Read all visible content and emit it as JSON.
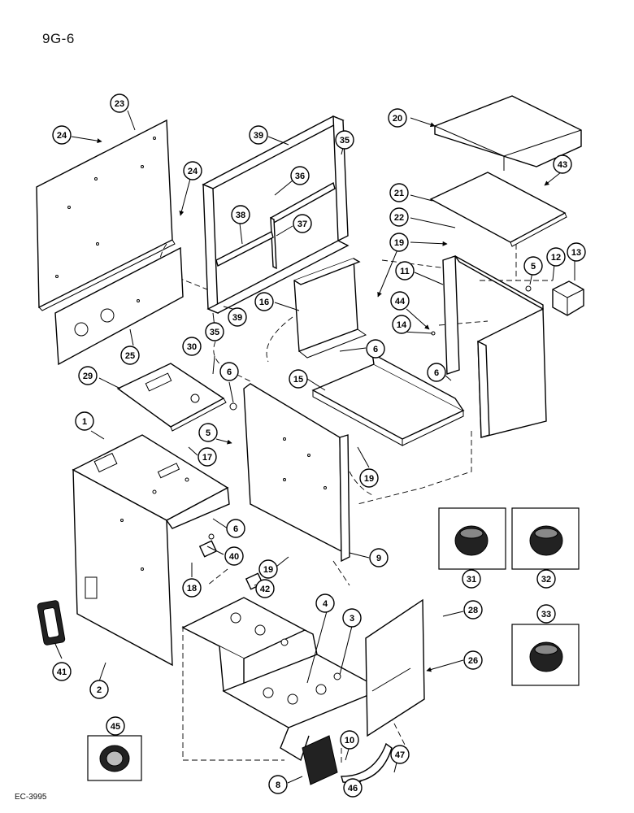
{
  "page": {
    "title": "9G-6",
    "figure_code": "EC-3995"
  },
  "callouts": [
    "1",
    "2",
    "3",
    "4",
    "5",
    "5",
    "6",
    "6",
    "6",
    "6",
    "8",
    "9",
    "10",
    "11",
    "12",
    "13",
    "14",
    "15",
    "16",
    "17",
    "18",
    "19",
    "19",
    "19",
    "20",
    "21",
    "22",
    "23",
    "24",
    "24",
    "25",
    "26",
    "28",
    "29",
    "30",
    "31",
    "32",
    "33",
    "35",
    "35",
    "36",
    "37",
    "38",
    "39",
    "39",
    "40",
    "41",
    "42",
    "43",
    "44",
    "45",
    "46",
    "47"
  ]
}
